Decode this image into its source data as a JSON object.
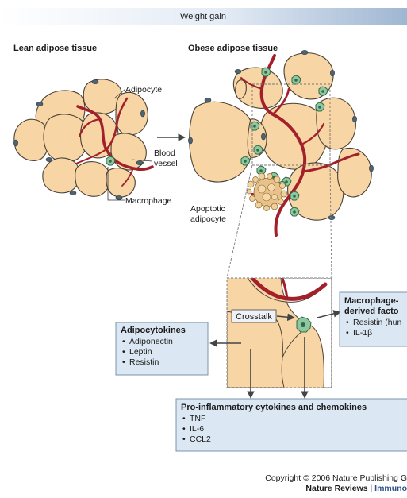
{
  "header": {
    "title": "Weight gain"
  },
  "lean": {
    "title": "Lean adipose tissue"
  },
  "obese": {
    "title": "Obese adipose tissue"
  },
  "labels": {
    "adipocyte": "Adipocyte",
    "blood_vessel_line1": "Blood",
    "blood_vessel_line2": "vessel",
    "macrophage": "Macrophage",
    "apoptotic_line1": "Apoptotic",
    "apoptotic_line2": "adipocyte",
    "crosstalk": "Crosstalk"
  },
  "adipocytokines_box": {
    "title": "Adipocytokines",
    "items": [
      "Adiponectin",
      "Leptin",
      "Resistin"
    ]
  },
  "macrophage_factors_box": {
    "title_line1": "Macrophage-",
    "title_line2": "derived facto",
    "items": [
      "Resistin (hun",
      "IL-1β"
    ]
  },
  "proinflammatory_box": {
    "title": "Pro-inflammatory cytokines and chemokines",
    "items": [
      "TNF",
      "IL-6",
      "CCL2"
    ]
  },
  "footer": {
    "copyright": "Copyright © 2006 Nature Publishing G",
    "journal_bold": "Nature Reviews",
    "journal_sep": " | ",
    "journal_name": "Immuno"
  },
  "colors": {
    "adipocyte_fill": "#f7d5a4",
    "vessel": "#a3202a",
    "macrophage": "#8fc7a2",
    "box_fill": "#dbe7f2"
  }
}
